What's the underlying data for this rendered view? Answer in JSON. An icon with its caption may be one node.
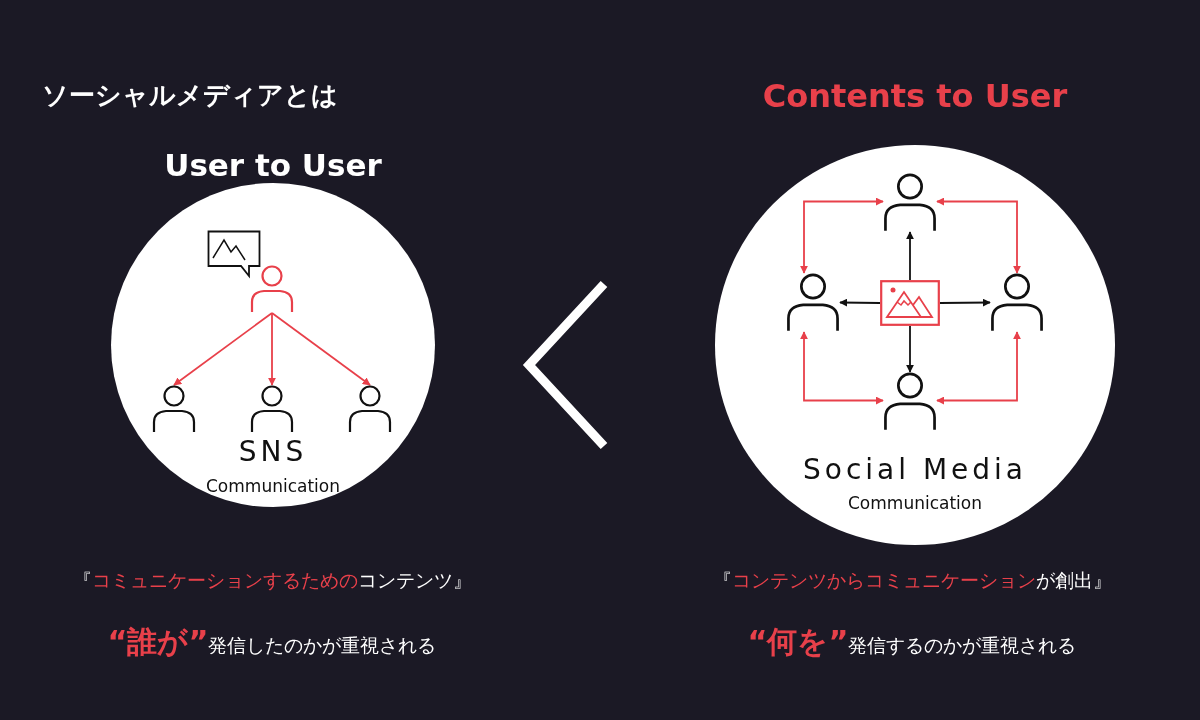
{
  "diagram": {
    "title": "ソーシャルメディアとは",
    "nodes": [
      {
        "text": [
          "User to User",
          "SNS",
          "Communication"
        ]
      },
      {
        "text": [],
        "shape": "person",
        "in": 0
      },
      {
        "text": [],
        "shape": "person",
        "in": 0
      },
      {
        "text": [],
        "shape": "person",
        "in": 0
      },
      {
        "text": [],
        "shape": "person",
        "in": 0
      },
      {
        "text": [
          "Contents to User",
          "Social Media",
          "Communication"
        ]
      },
      {
        "text": [],
        "shape": "person",
        "in": 5
      },
      {
        "text": [],
        "shape": "person",
        "in": 5
      },
      {
        "text": [],
        "shape": "picture",
        "in": 5
      },
      {
        "text": [],
        "shape": "person",
        "in": 5
      },
      {
        "text": [],
        "shape": "person",
        "in": 5
      }
    ],
    "edges": [
      {
        "from": 1,
        "to": 2,
        "arrow": "to"
      },
      {
        "from": 1,
        "to": 3,
        "arrow": "to"
      },
      {
        "from": 1,
        "to": 4,
        "arrow": "to"
      },
      {
        "from": 8,
        "to": 6,
        "arrow": "to",
        "color": "#111111"
      },
      {
        "from": 8,
        "to": 7,
        "arrow": "to",
        "color": "#111111"
      },
      {
        "from": 8,
        "to": 9,
        "arrow": "to",
        "color": "#111111"
      },
      {
        "from": 8,
        "to": 10,
        "arrow": "to",
        "color": "#111111"
      },
      {
        "from": 6,
        "to": 7,
        "arrow": "both"
      },
      {
        "from": 6,
        "to": 9,
        "arrow": "both"
      },
      {
        "from": 7,
        "to": 10,
        "arrow": "both"
      },
      {
        "from": 9,
        "to": 10,
        "arrow": "both"
      }
    ],
    "labels": [
      "『**コミュニケーションするための**コンテンツ』",
      "**“誰が”**発信したのかが重視される",
      "『**コンテンツからコミュニケーション**が創出』",
      "**“何を”**発信するのかが重視される"
    ]
  }
}
